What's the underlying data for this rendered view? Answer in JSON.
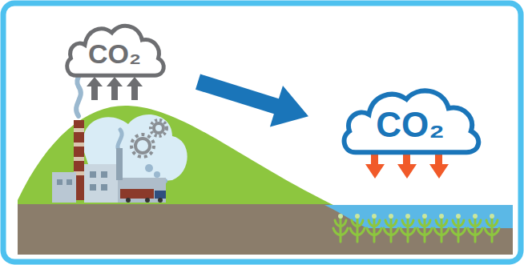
{
  "diagram": {
    "nodes": [
      {
        "text": [
          "CO₂"
        ]
      },
      {
        "text": [
          "CO₂"
        ]
      }
    ],
    "edges": [
      {
        "from": 0,
        "to": 1,
        "arrow": "to"
      }
    ]
  }
}
